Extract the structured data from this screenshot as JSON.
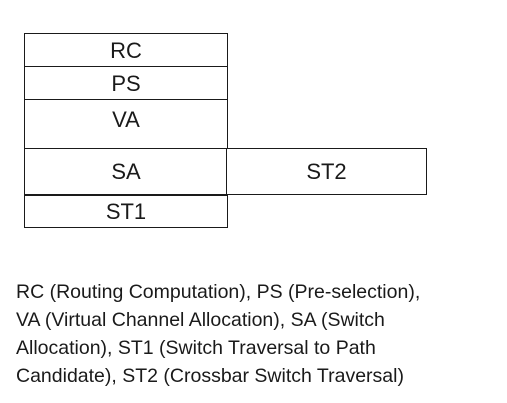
{
  "stages": {
    "rc": "RC",
    "ps": "PS",
    "va": "VA",
    "sa": "SA",
    "st1": "ST1",
    "st2": "ST2"
  },
  "caption": {
    "lines": [
      "RC (Routing Computation), PS (Pre-selection),",
      "VA (Virtual Channel Allocation), SA (Switch",
      "Allocation), ST1 (Switch Traversal to Path",
      "Candidate), ST2 (Crossbar Switch Traversal)"
    ]
  }
}
